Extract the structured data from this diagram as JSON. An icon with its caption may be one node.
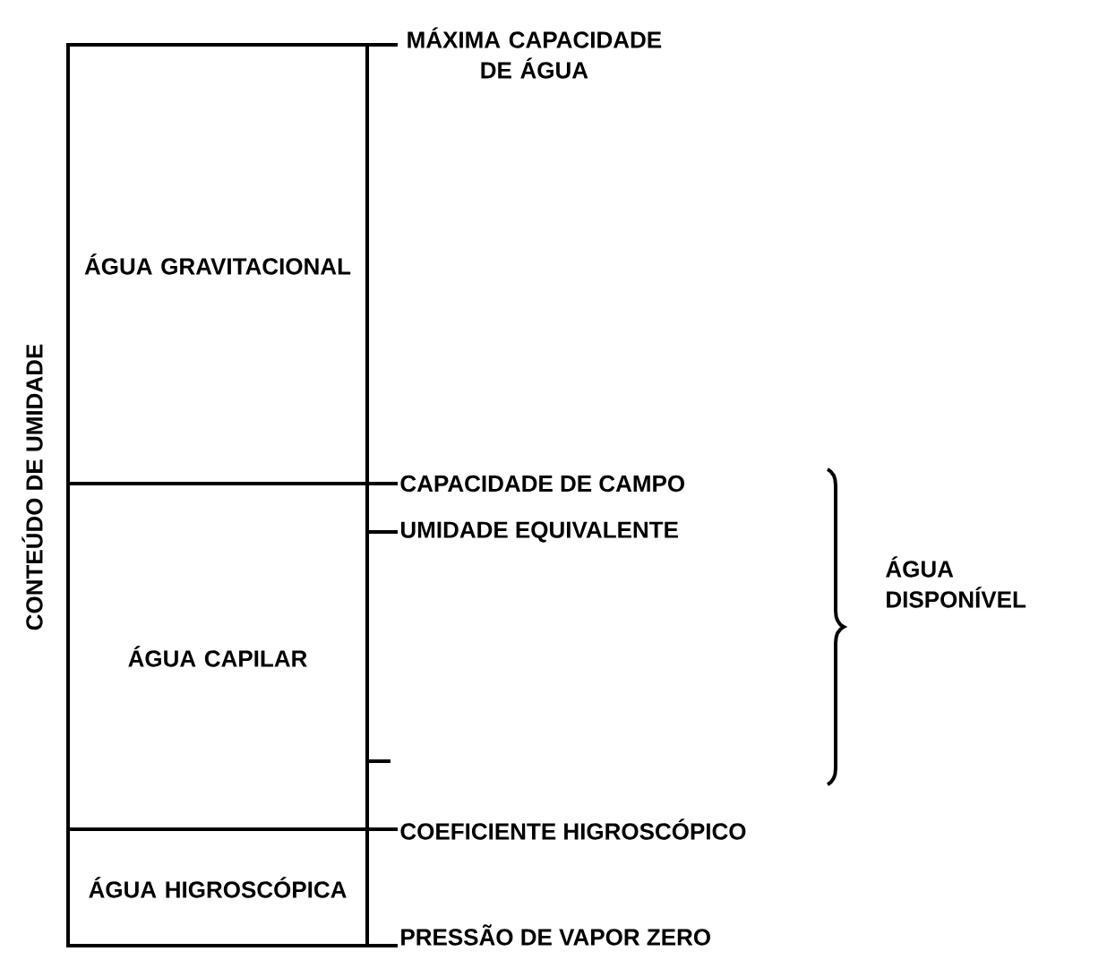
{
  "diagram": {
    "nodes": [
      {
        "text": [
          "ÁGUA GRAVITACIONAL"
        ]
      },
      {
        "text": [
          "ÁGUA CAPILAR"
        ]
      },
      {
        "text": [
          "ÁGUA HIGROSCÓPICA"
        ]
      },
      {
        "text": [
          "MÁXIMA CAPACIDADE DE ÁGUA"
        ]
      },
      {
        "text": [
          "CAPACIDADE DE CAMPO"
        ]
      },
      {
        "text": [
          "UMIDADE EQUIVALENTE"
        ]
      },
      {
        "text": [
          "COEFICIENTE HIGROSCÓPICO"
        ]
      },
      {
        "text": [
          "PRESSÃO DE VAPOR ZERO"
        ]
      }
    ],
    "edges": [
      {
        "from": 0,
        "to": 3,
        "arrow": "none"
      },
      {
        "from": 1,
        "to": 4,
        "arrow": "none"
      },
      {
        "from": 1,
        "to": 5,
        "arrow": "none"
      },
      {
        "from": 2,
        "to": 6,
        "arrow": "none"
      },
      {
        "from": 2,
        "to": 7,
        "arrow": "none"
      }
    ],
    "labels": [
      "CONTEÚDO DE UMIDADE",
      "ÁGUA DISPONÍVEL"
    ]
  }
}
